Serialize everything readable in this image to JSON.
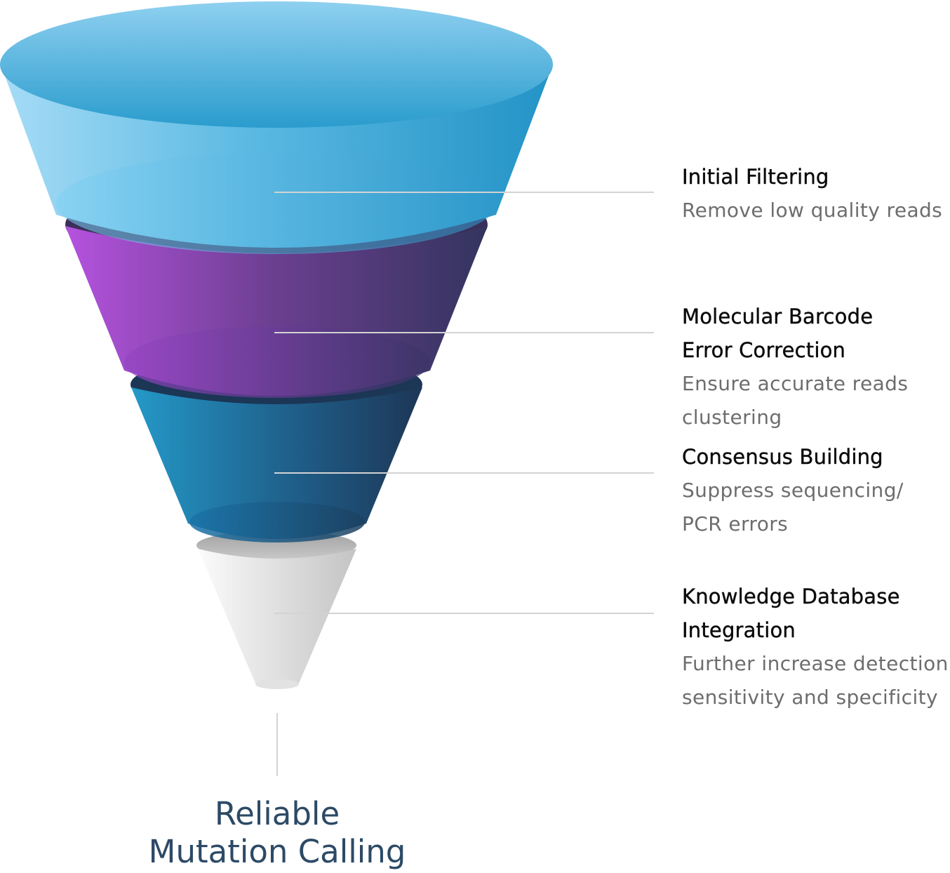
{
  "stages": [
    {
      "title_lines": [
        "Initial Filtering"
      ],
      "desc_lines": [
        "Remove low quality reads"
      ]
    },
    {
      "title_lines": [
        "Molecular Barcode",
        "Error Correction"
      ],
      "desc_lines": [
        "Ensure accurate reads",
        "clustering"
      ]
    },
    {
      "title_lines": [
        "Consensus Building"
      ],
      "desc_lines": [
        "Suppress sequencing/",
        "PCR errors"
      ]
    },
    {
      "title_lines": [
        "Knowledge Database",
        "Integration"
      ],
      "desc_lines": [
        "Further increase detection",
        "sensitivity and specificity"
      ]
    }
  ],
  "outcome": {
    "line1": "Reliable",
    "line2": "Mutation Calling"
  },
  "colors": {
    "stage1_light": "#9fd8f4",
    "stage1_dark": "#2b9ccd",
    "stage2_light": "#b052d8",
    "stage2_dark": "#3a3568",
    "stage3_light": "#2799c6",
    "stage3_dark": "#1e3c5e",
    "stage4_light": "#f7f7f7",
    "stage4_dark": "#c8c8c8",
    "connector": "#d3d3d3",
    "title_text": "#0b0b0b",
    "desc_text": "#6d6d6d",
    "outcome_text": "#2c4a66"
  }
}
